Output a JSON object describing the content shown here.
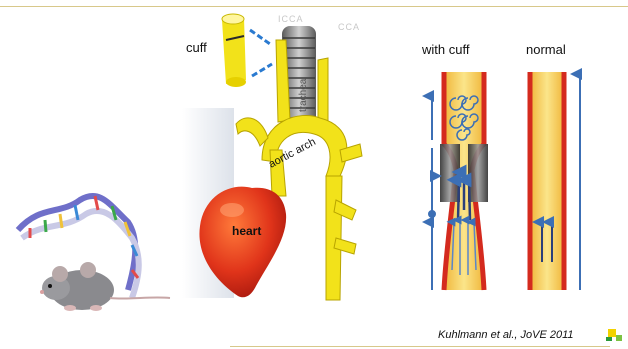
{
  "labels": {
    "cuff": "cuff",
    "with_cuff": "with cuff",
    "normal": "normal",
    "heart": "heart",
    "aortic_arch": "aortic arch",
    "trachea": "trachea",
    "faint_a": "ICCA",
    "faint_b": "CCA"
  },
  "citation": "Kuhlmann et al., JoVE 2011",
  "colors": {
    "vessel_fill": "#f5d04a",
    "vessel_wall": "#d42a1e",
    "flow_arrow": "#3c6fb5",
    "heart": "#e0341a",
    "artery": "#f2e21a",
    "cuff_gray": "#555555"
  }
}
